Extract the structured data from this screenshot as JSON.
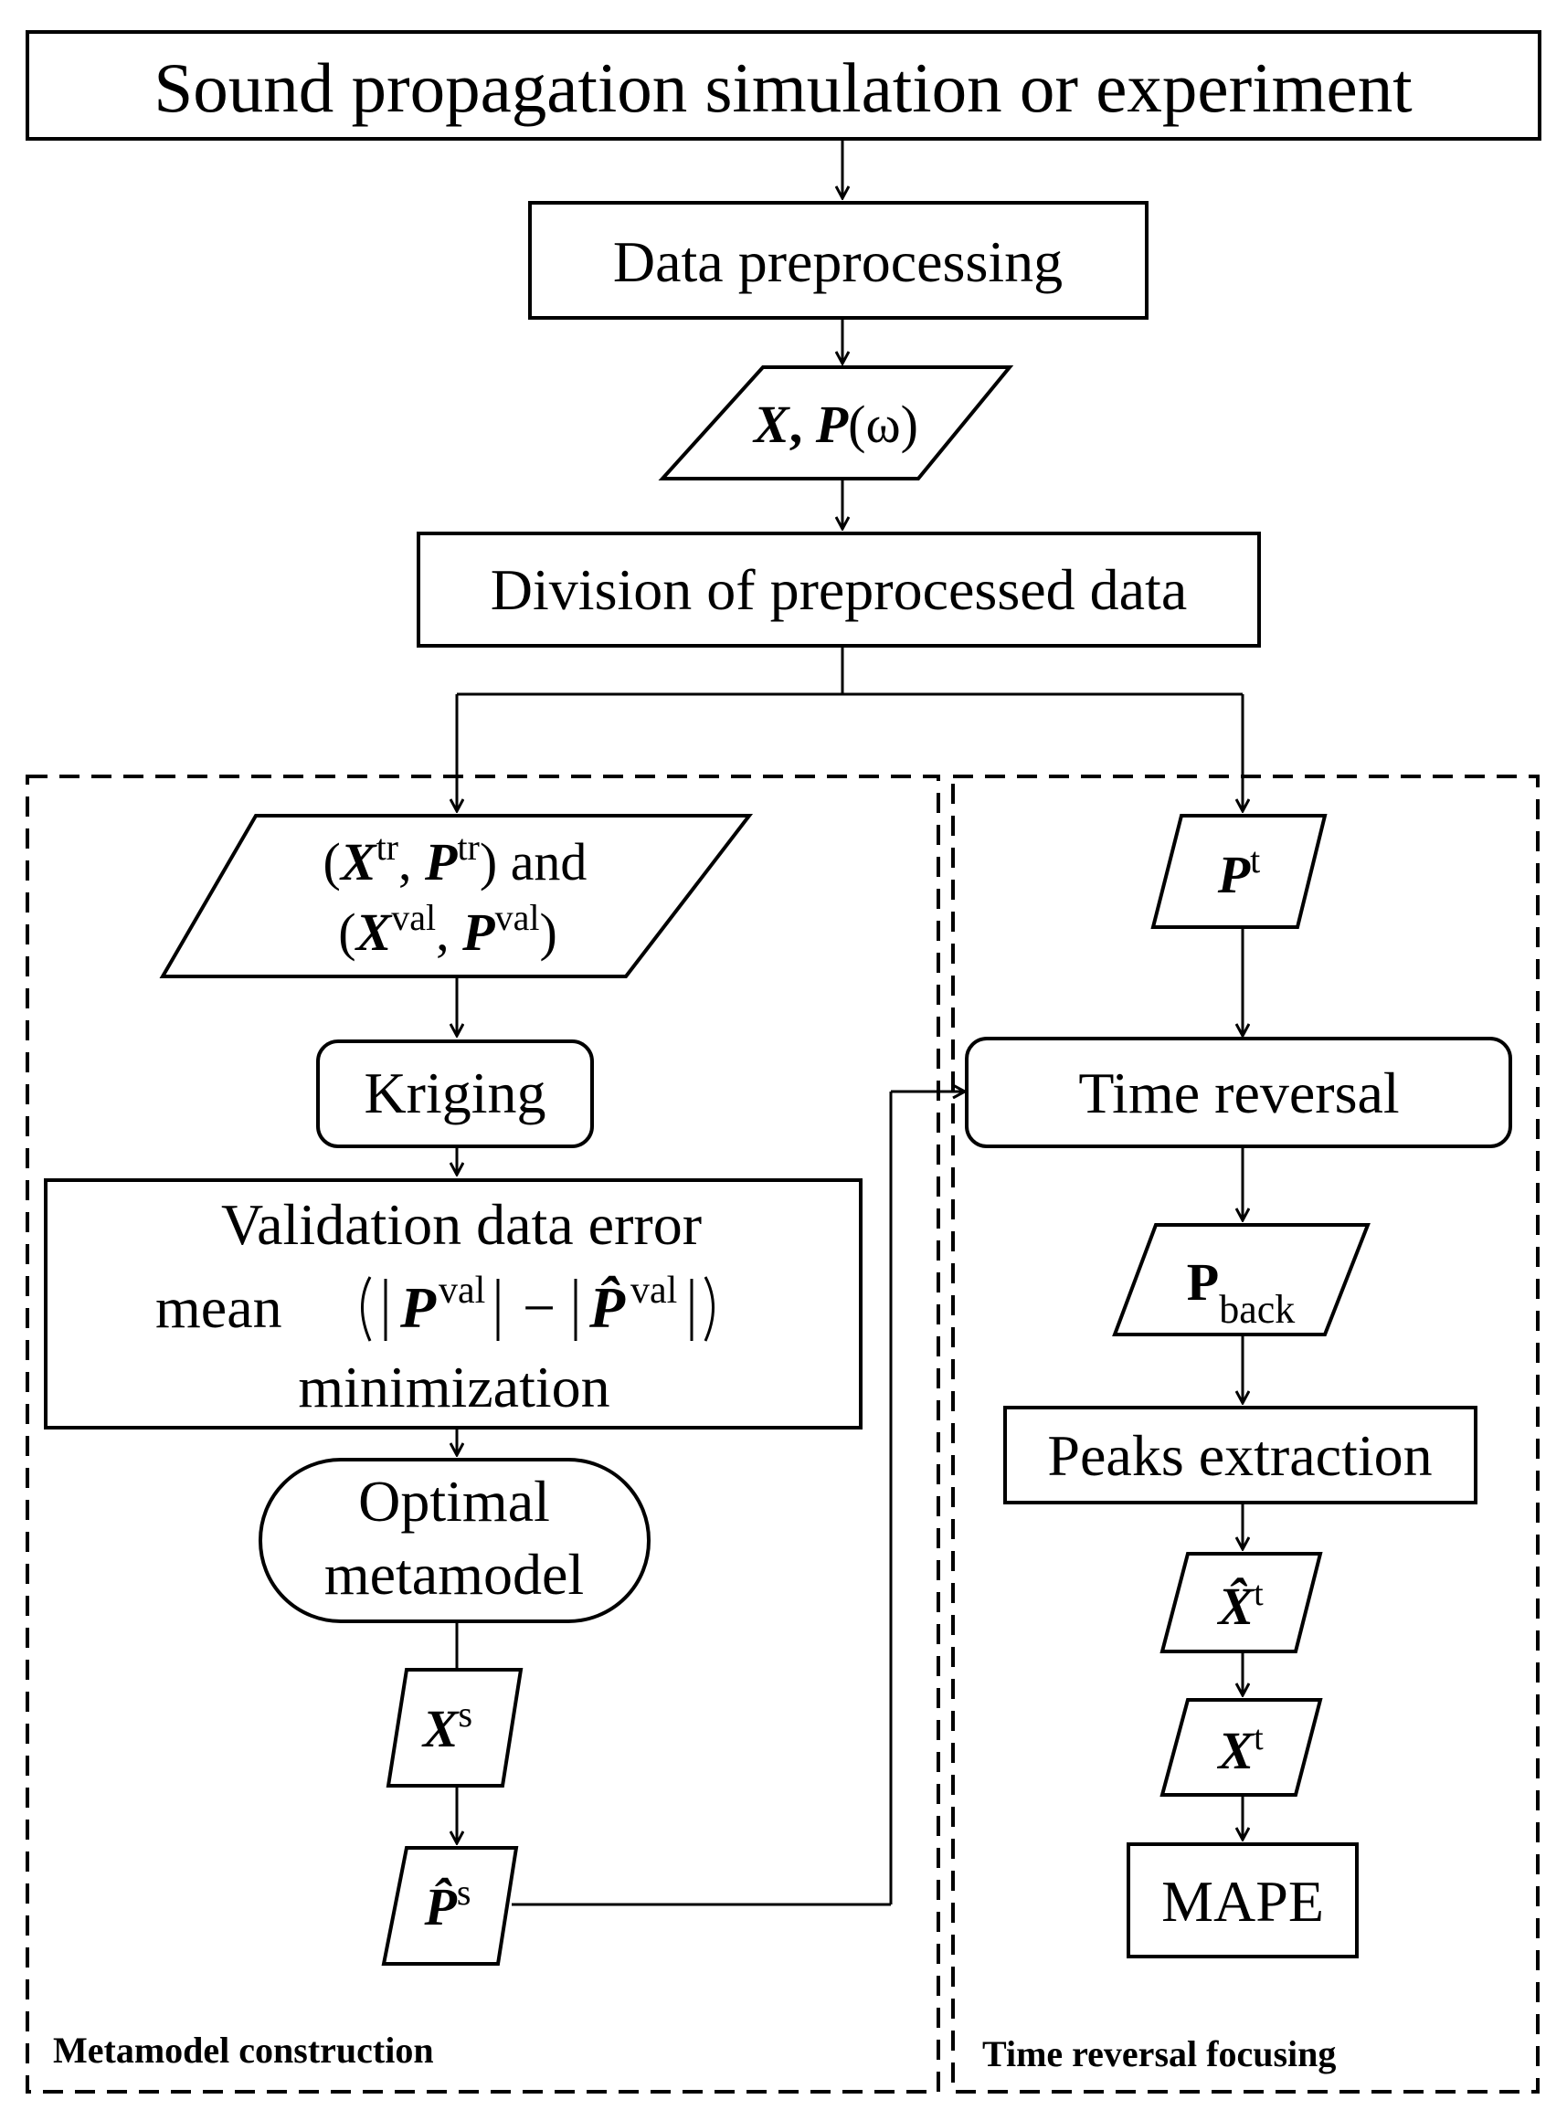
{
  "diagram": {
    "title_box": "Sound propagation simulation or experiment",
    "preprocessing": "Data preprocessing",
    "xp_io": {
      "x": "X",
      "p": "P",
      "omega": "(ω)"
    },
    "division": "Division of preprocessed data",
    "metamodel": {
      "section_label": "Metamodel construction",
      "train_val_io": {
        "line1_open": "(",
        "x_tr": "X",
        "tr_sup": "tr",
        "p_tr": "P",
        "line1_close": ") and",
        "line2_open": "(",
        "x_val": "X",
        "val_sup": "val",
        "p_val": "P",
        "line2_close": ")"
      },
      "kriging": "Kriging",
      "validation": {
        "line1": "Validation data error",
        "mean": "mean",
        "p": "P",
        "p_hat": "P̂",
        "val_sup": "val",
        "minus": "−",
        "line3": "minimization"
      },
      "optimal": {
        "line1": "Optimal",
        "line2": "metamodel"
      },
      "xs": {
        "x": "X",
        "sup": "s"
      },
      "ps_hat": {
        "p": "P̂",
        "sup": "s"
      }
    },
    "time_reversal": {
      "section_label": "Time reversal focusing",
      "pt": {
        "p": "P",
        "sup": "t"
      },
      "time_reversal": "Time reversal",
      "pback": {
        "p": "P",
        "sub": "back"
      },
      "peaks": "Peaks extraction",
      "xt_hat": {
        "x": "X̂",
        "sup": "t"
      },
      "xt": {
        "x": "X",
        "sup": "t"
      },
      "mape": "MAPE"
    }
  }
}
